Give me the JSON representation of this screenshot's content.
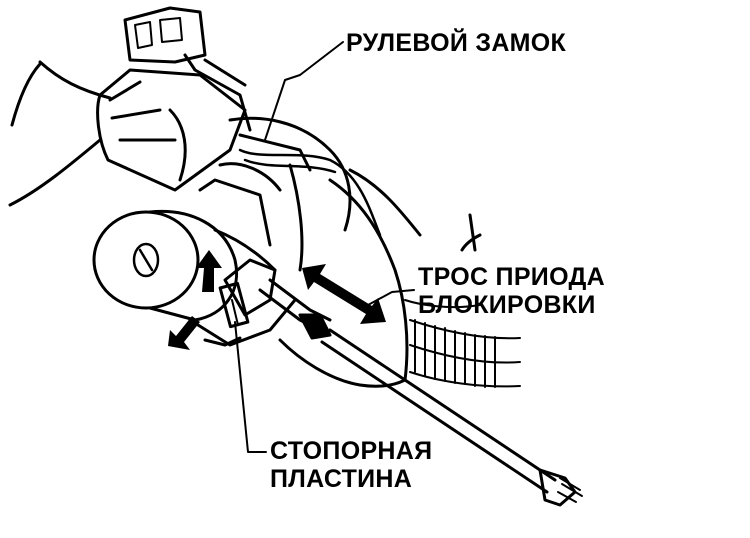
{
  "labels": {
    "steering_lock": "РУЛЕВОЙ ЗАМОК",
    "cable_line1": "ТРОС ПРИОДА",
    "cable_line2": "БЛОКИРОВКИ",
    "plate_line1": "СТОПОРНАЯ",
    "plate_line2": "ПЛАСТИНА"
  },
  "colors": {
    "ink": "#000000",
    "background": "#ffffff"
  },
  "icons": [
    "arrow-up-icon",
    "arrow-down-left-icon",
    "double-arrow-icon"
  ]
}
